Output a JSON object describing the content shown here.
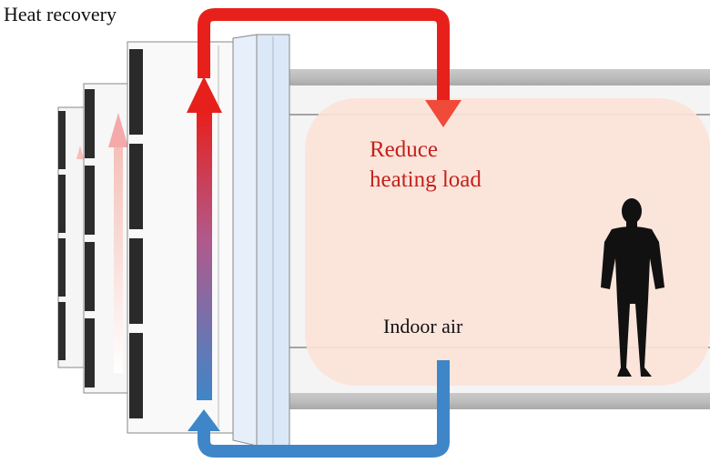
{
  "title": "Heat recovery",
  "annotations": {
    "reduce_line1": "Reduce",
    "reduce_line2": "heating load",
    "indoor_air": "Indoor air"
  },
  "colors": {
    "warm_flow": "#e8201c",
    "cool_flow": "#3f86c8",
    "room_tint": "#fbe3d8",
    "annotation_text": "#c4211c",
    "person": "#111111",
    "exchanger_glass": "#dbe8f7"
  },
  "icons": [
    "person-silhouette-icon"
  ]
}
